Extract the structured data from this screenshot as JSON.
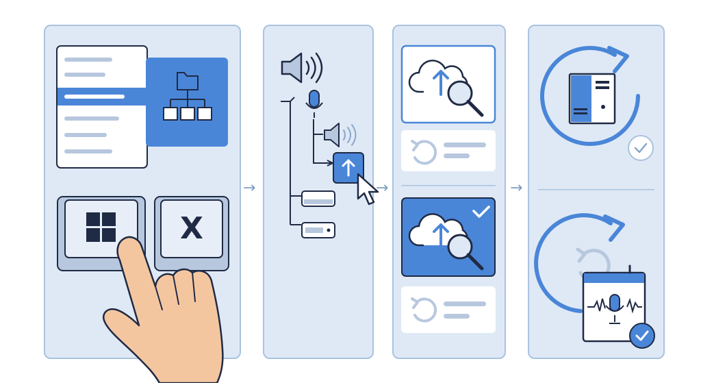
{
  "steps": [
    {
      "id": "step-1",
      "keys": [
        "windows-key",
        "x-key"
      ],
      "key_x_label": "X"
    },
    {
      "id": "step-2"
    },
    {
      "id": "step-3"
    },
    {
      "id": "step-4"
    }
  ],
  "icons": {
    "step1": [
      "document-list-icon",
      "folder-tree-icon",
      "windows-logo-icon",
      "pointing-hand-icon"
    ],
    "step2": [
      "speaker-icon",
      "microphone-icon",
      "small-speaker-icon",
      "upload-icon",
      "mouse-cursor-icon",
      "device-bar-icon"
    ],
    "step3": [
      "cloud-upload-search-icon",
      "refresh-icon",
      "checkmark-icon"
    ],
    "step4": [
      "computer-tower-icon",
      "rotate-arrow-icon",
      "check-circle-icon",
      "microphone-waveform-icon"
    ]
  },
  "flow_arrow": "→",
  "colors": {
    "panel_bg": "#dfe9f6",
    "panel_border": "#a9c2df",
    "accent": "#4a86d8",
    "accent_dark": "#2f6cc0",
    "outline": "#1f2a44",
    "skin": "#f4c6a0"
  }
}
